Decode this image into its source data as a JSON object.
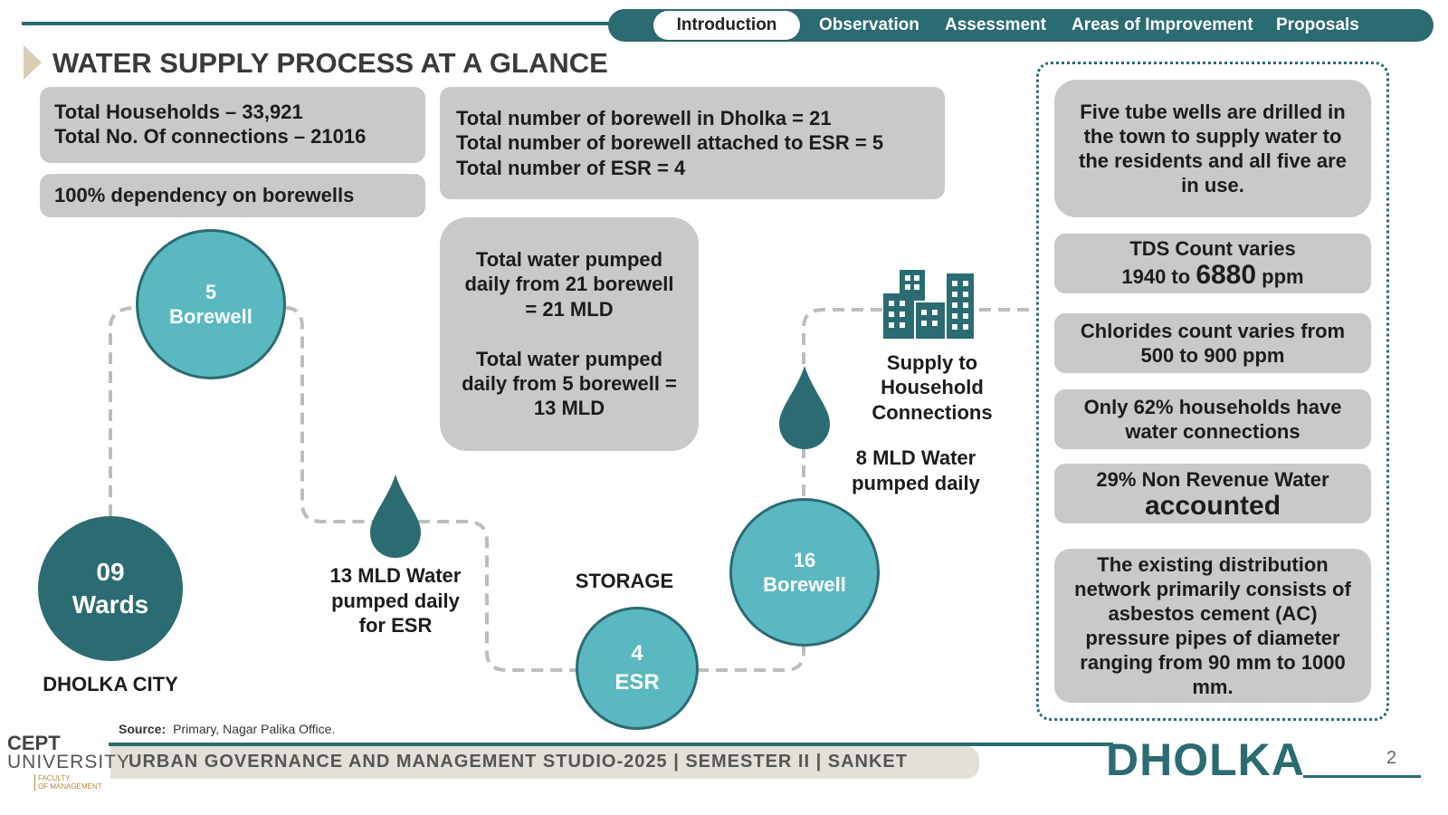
{
  "nav": {
    "tabs": [
      {
        "label": "Introduction",
        "active": true
      },
      {
        "label": "Observation",
        "active": false
      },
      {
        "label": "Assessment",
        "active": false
      },
      {
        "label": "Areas of Improvement",
        "active": false
      },
      {
        "label": "Proposals",
        "active": false
      }
    ]
  },
  "title": "WATER SUPPLY PROCESS AT A GLANCE",
  "info": {
    "households": "Total Households – 33,921",
    "connections": "Total No. Of connections – 21016",
    "dependency": "100% dependency on borewells",
    "borewell_total": "Total number of borewell in Dholka = 21",
    "borewell_esr": "Total number of borewell attached to ESR = 5",
    "esr_total": "Total number of ESR = 4",
    "pumped_21_a": "Total water pumped",
    "pumped_21_b": "daily from 21 borewell",
    "pumped_21_c": "= 21 MLD",
    "pumped_5_a": "Total water pumped",
    "pumped_5_b": "daily from 5 borewell =",
    "pumped_5_c": "13 MLD"
  },
  "flow": {
    "wards_num": "09",
    "wards_label": "Wards",
    "city": "DHOLKA CITY",
    "borewell5_num": "5",
    "borewell5_label": "Borewell",
    "water13_a": "13 MLD Water",
    "water13_b": "pumped daily",
    "water13_c": "for ESR",
    "storage": "STORAGE",
    "esr_num": "4",
    "esr_label": "ESR",
    "borewell16_num": "16",
    "borewell16_label": "Borewell",
    "water8_a": "8 MLD Water",
    "water8_b": "pumped daily",
    "supply_a": "Supply to",
    "supply_b": "Household",
    "supply_c": "Connections",
    "icons": [
      "water-drop-icon",
      "buildings-icon"
    ],
    "colors": {
      "dark": "#2b6b72",
      "light": "#5ab8c0",
      "grey": "#c9c9c9",
      "dash": "#bdbdbd"
    }
  },
  "panel": {
    "tubewells": [
      "Five tube wells are drilled in",
      "the town to supply water to",
      "the residents and all five are",
      "in use."
    ],
    "tds_label": "TDS Count varies",
    "tds_from": "1940 to ",
    "tds_to": "6880",
    "tds_unit": " ppm",
    "chlorides": [
      "Chlorides count varies from",
      "500 to 900 ppm"
    ],
    "connections": [
      "Only 62%  households have",
      "water connections"
    ],
    "nrw_a": "29% Non Revenue Water",
    "nrw_b": "accounted",
    "network": [
      "The existing distribution",
      "network primarily consists of",
      "asbestos cement (AC)",
      "pressure pipes of diameter",
      "ranging from 90 mm to 1000",
      "mm."
    ]
  },
  "footer": {
    "source_label": "Source:",
    "source_text": "Primary, Nagar Palika Office.",
    "studio": "URBAN GOVERNANCE  AND MANAGEMENT STUDIO-2025 | SEMESTER II | SANKET",
    "city": "DHOLKA",
    "page": "2",
    "logo_a": "CEPT",
    "logo_b": "UNIVERSITY",
    "logo_c": "FACULTY",
    "logo_d": "OF MANAGEMENT"
  }
}
